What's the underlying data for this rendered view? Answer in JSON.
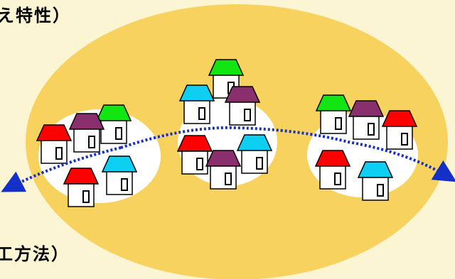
{
  "text_fragments": {
    "top": "え特性）",
    "bottom": "工方法）"
  },
  "colors": {
    "background": "#fbf5d4",
    "region_fill": "#f7d25e",
    "cluster_fill": "#ffffff",
    "path_stroke": "#1530c8",
    "roof_red": "#ff0000",
    "roof_green": "#12e612",
    "roof_cyan": "#0ccff2",
    "roof_purple": "#8a2f6e",
    "wall": "#ffffff",
    "outline": "#000000"
  },
  "icons": [
    "house-icon",
    "dotted-arrow-path"
  ]
}
